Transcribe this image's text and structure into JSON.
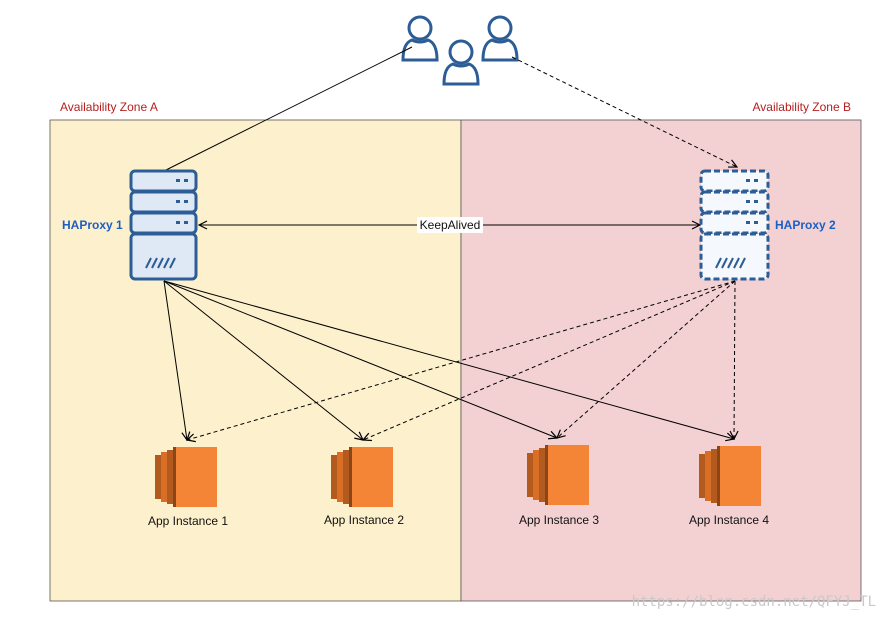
{
  "zones": [
    {
      "name": "Availability Zone A",
      "color": "#fdf0cd"
    },
    {
      "name": "Availability Zone B",
      "color": "#f3d1d2"
    }
  ],
  "proxies": [
    {
      "label": "HAProxy 1",
      "status": "active"
    },
    {
      "label": "HAProxy 2",
      "status": "standby"
    }
  ],
  "link_label": "KeepAlived",
  "instances": [
    {
      "label": "App Instance 1"
    },
    {
      "label": "App Instance 2"
    },
    {
      "label": "App Instance 3"
    },
    {
      "label": "App Instance 4"
    }
  ],
  "watermark": "https://blog.csdn.net/QFYJ_TL",
  "colors": {
    "server_fill": "#dfe8f5",
    "server_stroke": "#2c5d96",
    "instance_orange": "#f58536",
    "instance_dark": "#b35a1f",
    "zone_title": "#b51f1f",
    "proxy_label": "#1c5fc4",
    "users_stroke": "#2c5d96"
  },
  "icons": {
    "users": "users-group-icon",
    "server": "server-rack-icon",
    "instance": "ec2-instance-icon"
  }
}
